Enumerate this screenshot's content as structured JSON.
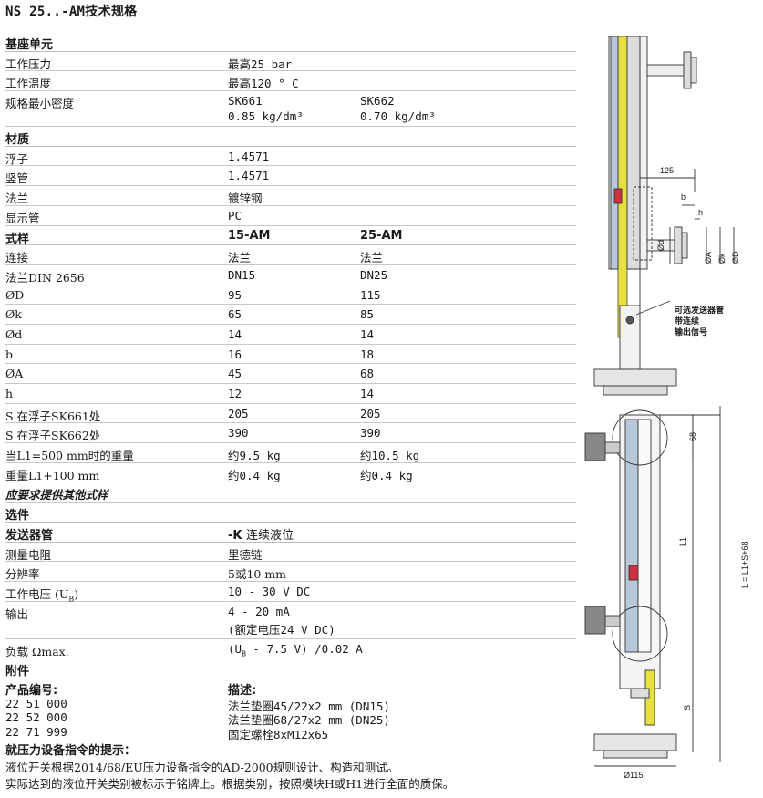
{
  "title": "NS 25..-AM技术规格",
  "base": {
    "heading": "基座单元",
    "pressure": {
      "label": "工作压力",
      "value": "最高25 bar"
    },
    "temperature": {
      "label": "工作温度",
      "value": "最高120 ° C"
    },
    "density": {
      "label": "规格最小密度",
      "v1": "SK661",
      "v1b": "0.85 kg/dm³",
      "v2": "SK662",
      "v2b": "0.70 kg/dm³"
    }
  },
  "material": {
    "heading": "材质",
    "float": {
      "label": "浮子",
      "value": "1.4571"
    },
    "tube": {
      "label": "竖管",
      "value": "1.4571"
    },
    "flange": {
      "label": "法兰",
      "value": "镀锌钢"
    },
    "display": {
      "label": "显示管",
      "value": "PC"
    }
  },
  "styles": {
    "heading": "式样",
    "col1": "15-AM",
    "col2": "25-AM",
    "rows": [
      {
        "label": "连接",
        "v1": "法兰",
        "v2": "法兰"
      },
      {
        "label": "法兰DIN 2656",
        "v1": "DN15",
        "v2": "DN25"
      },
      {
        "label": "ØD",
        "v1": "95",
        "v2": "115"
      },
      {
        "label": "Øk",
        "v1": "65",
        "v2": "85"
      },
      {
        "label": "Ød",
        "v1": "14",
        "v2": "14"
      },
      {
        "label": "b",
        "v1": "16",
        "v2": "18"
      },
      {
        "label": "ØA",
        "v1": "45",
        "v2": "68"
      },
      {
        "label": "h",
        "v1": "12",
        "v2": "14"
      },
      {
        "label": "S 在浮子SK661处",
        "v1": "205",
        "v2": "205"
      },
      {
        "label": "S 在浮子SK662处",
        "v1": "390",
        "v2": "390"
      },
      {
        "label": "当L1=500  mm时的重量",
        "v1": "约9.5 kg",
        "v2": "约10.5 kg"
      },
      {
        "label": "重量L1+100 mm",
        "v1": "约0.4 kg",
        "v2": "约0.4 kg"
      }
    ],
    "other": "应要求提供其他式样"
  },
  "options": {
    "heading": "选件",
    "transmitter": {
      "label": "发送器管",
      "code": "-K",
      "value": "连续液位"
    },
    "resistance": {
      "label": "测量电阻",
      "value": "里德链"
    },
    "resolution": {
      "label": "分辨率",
      "value": "5或10 mm"
    },
    "voltage": {
      "label": "工作电压 (U",
      "sub": "B",
      "label_end": ")",
      "value": "10 - 30  V  DC"
    },
    "output": {
      "label": "输出",
      "value": "4 - 20 mA",
      "value2": "(额定电压24 V DC)"
    },
    "load": {
      "label": "负载 Ωmax.",
      "value_pre": "(U",
      "sub": "B",
      "value_post": " - 7.5 V) /0.02 A"
    }
  },
  "accessories": {
    "heading": "附件",
    "col1": "产品编号:",
    "col2": "描述:",
    "items": [
      {
        "code": "22 51 000",
        "desc": "法兰垫圈45/22x2 mm (DN15)"
      },
      {
        "code": "22 52 000",
        "desc": "法兰垫圈68/27x2 mm (DN25)"
      },
      {
        "code": "22 71 999",
        "desc": "固定螺栓8xM12x65"
      }
    ]
  },
  "pressure_note": {
    "heading": "就压力设备指令的提示：",
    "line1": "液位开关根据2014/68/EU压力设备指令的AD-2000规则设计、构造和测试。",
    "line2": "实际达到的液位开关类别被标示于铭牌上。根据类别，按照模块H或H1进行全面的质保。"
  },
  "drawing": {
    "dim_125": "125",
    "dim_b": "b",
    "dim_h": "h",
    "dim_d": "Ød",
    "dim_A": "ØA",
    "dim_k": "Øk",
    "dim_D": "ØD",
    "callout": [
      "可选发送器管",
      "带连续",
      "输出信号"
    ],
    "dim_68": "68",
    "dim_L1": "L1",
    "dim_L": "L = L1+S+68",
    "dim_S": "S",
    "dim_115": "Ø115"
  }
}
